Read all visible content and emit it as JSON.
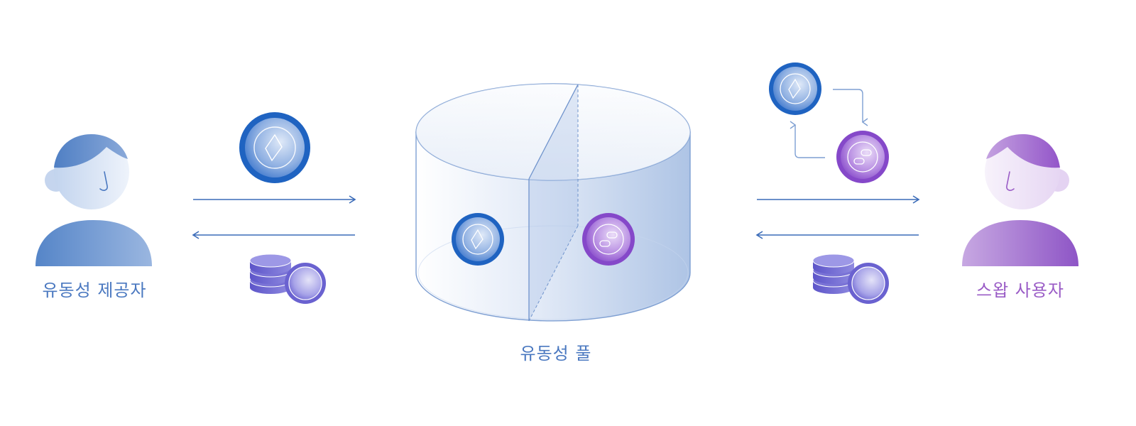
{
  "labels": {
    "liquidity_provider": "유동성 제공자",
    "liquidity_pool": "유동성 풀",
    "swap_user": "스왑 사용자"
  },
  "colors": {
    "blue_text": "#4a78c0",
    "purple_text": "#9a5cc6",
    "arrow": "#3a6bb8",
    "blue_coin": "#1f63c1",
    "purple_coin": "#8548c9",
    "lp_token": "#5d55c9"
  },
  "icons": {
    "blue_token": "diamond-coin-icon",
    "purple_token": "chain-link-coin-icon",
    "lp_token": "coin-stack-icon"
  }
}
